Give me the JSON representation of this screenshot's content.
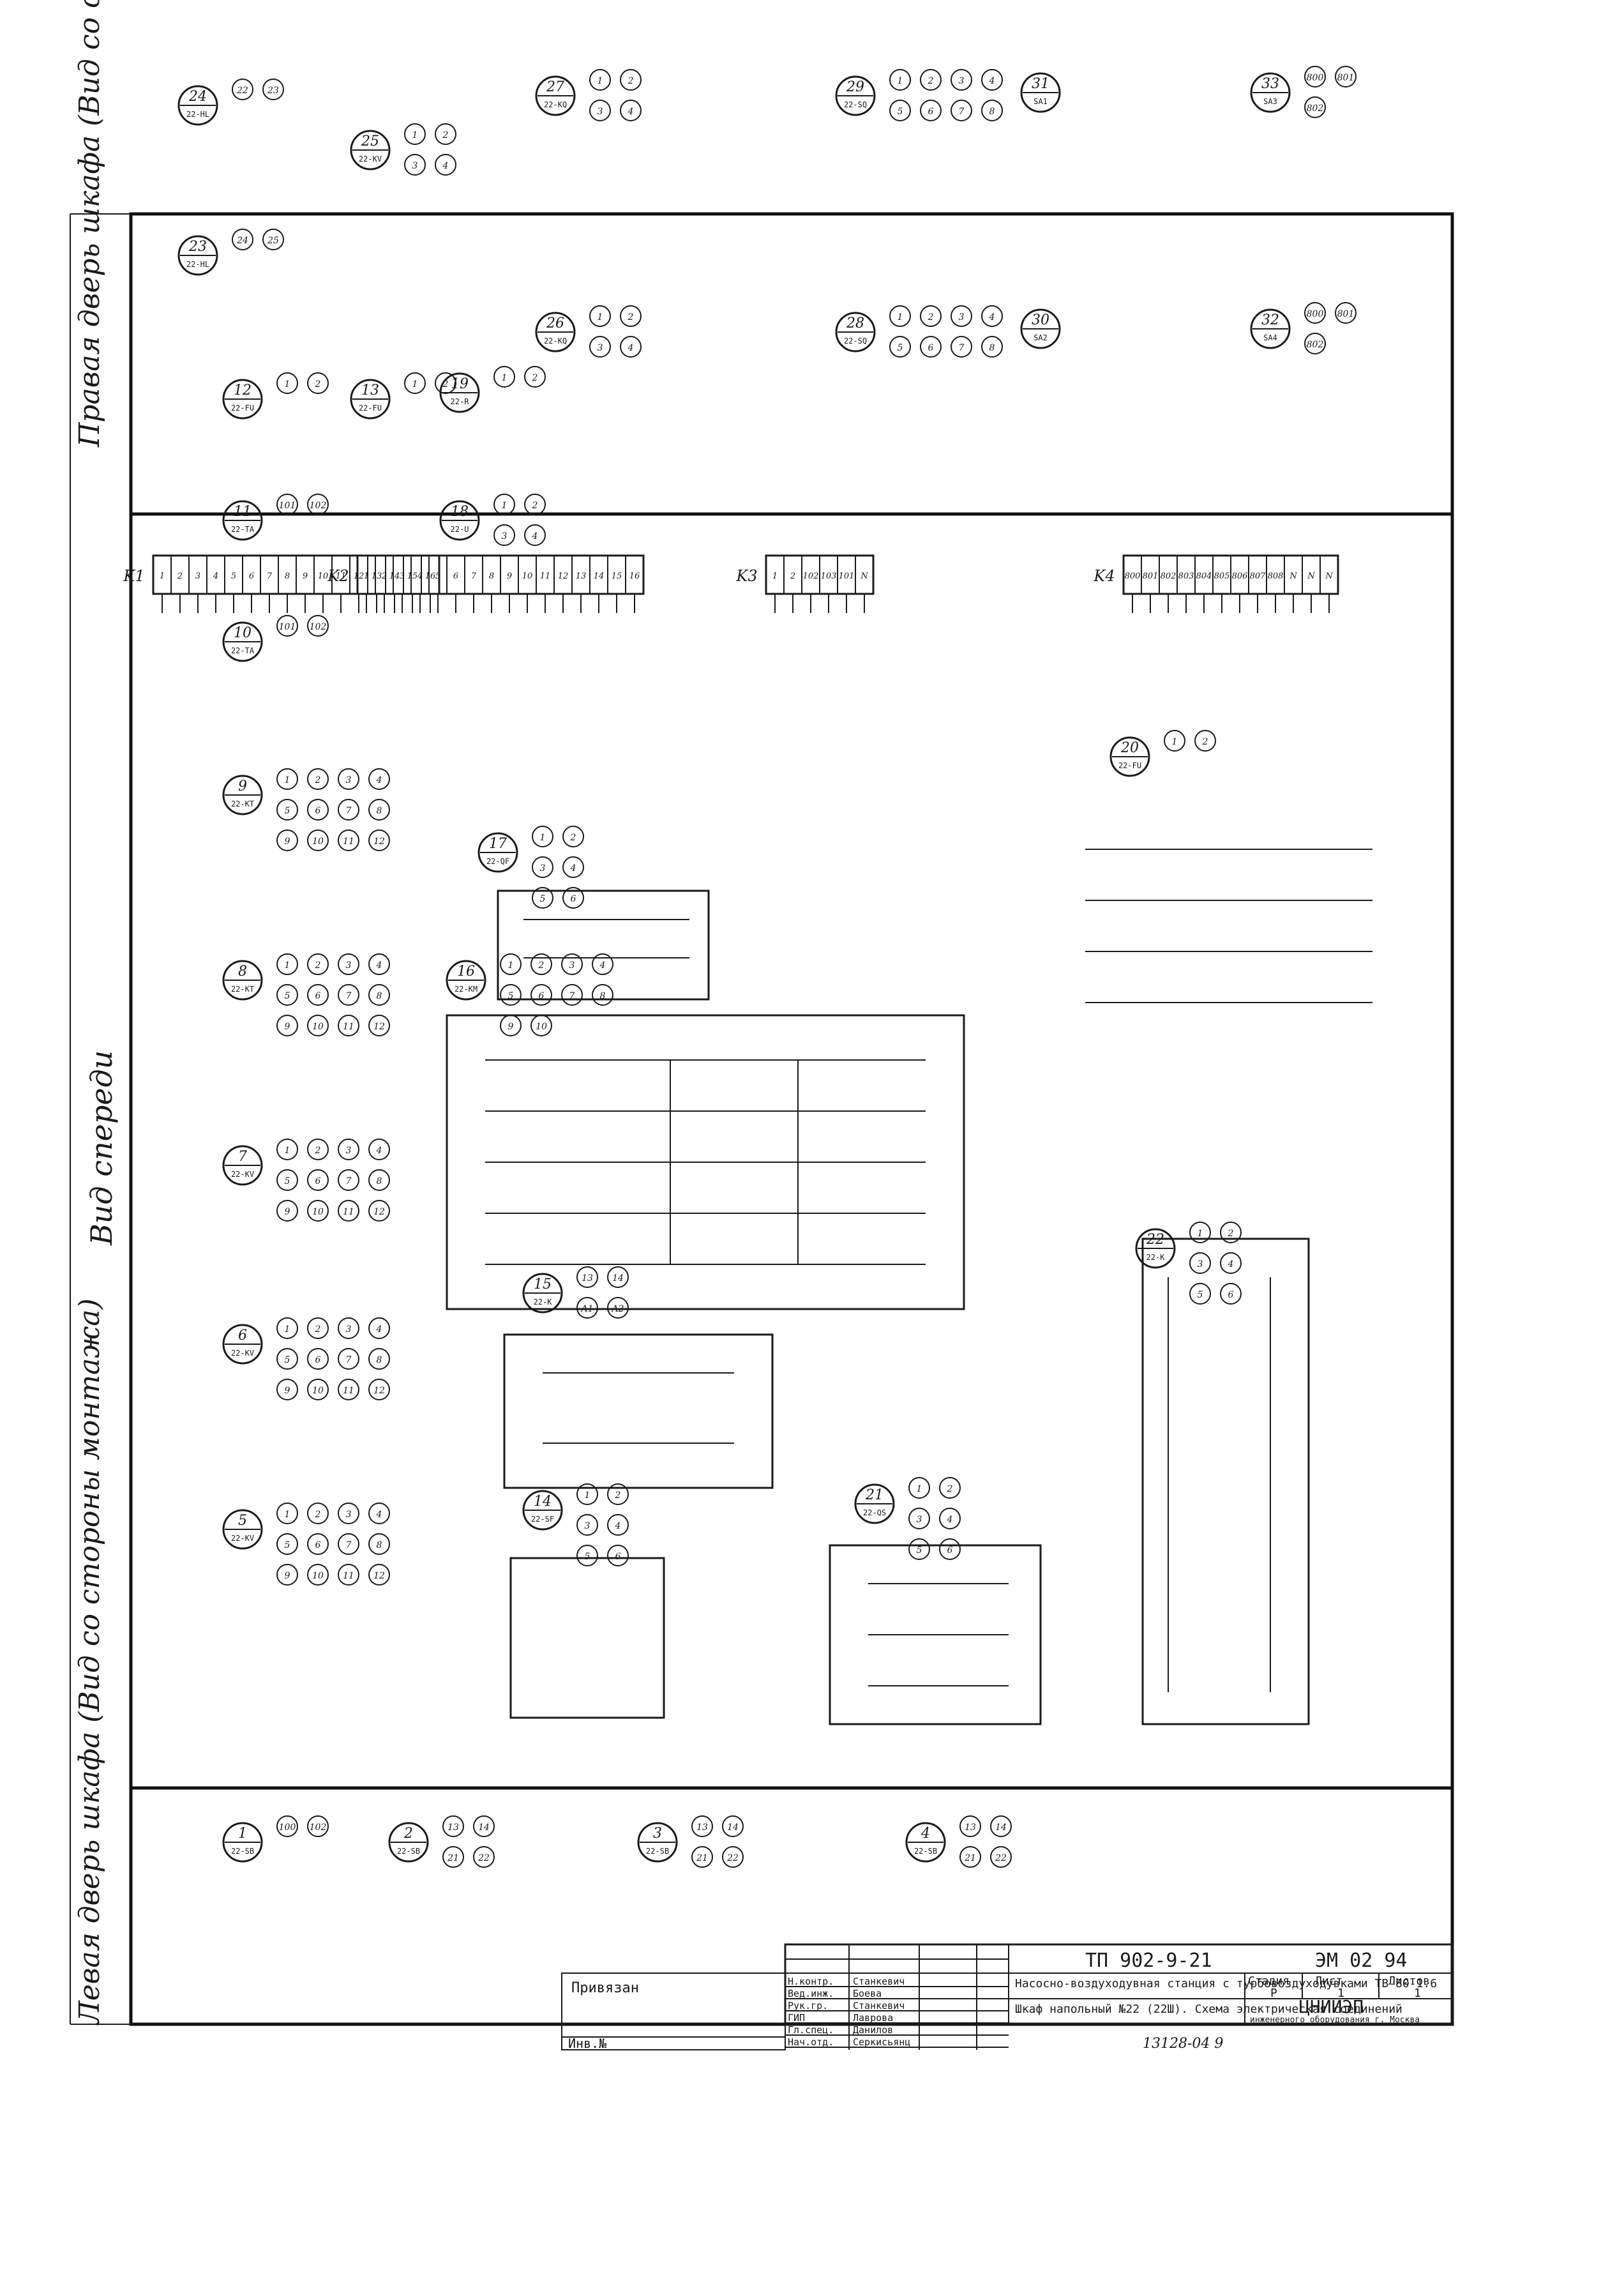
{
  "sheet": {
    "header_right": "Правая дверь шкафа (Вид со стороны монтажа)",
    "header_left": "Левая дверь шкафа (Вид со стороны монтажа)",
    "header_center": "Вид спереди"
  },
  "devices": [
    {
      "num": "1",
      "code": "22-SB",
      "pins": [
        "100",
        "102"
      ]
    },
    {
      "num": "2",
      "code": "22-SB",
      "pins": [
        "13",
        "14",
        "21",
        "22"
      ]
    },
    {
      "num": "3",
      "code": "22-SB",
      "pins": [
        "13",
        "14",
        "21",
        "22"
      ]
    },
    {
      "num": "4",
      "code": "22-SB",
      "pins": [
        "13",
        "14",
        "21",
        "22"
      ]
    },
    {
      "num": "5",
      "code": "22-KV",
      "pins": [
        "1",
        "2",
        "3",
        "4",
        "5",
        "6",
        "7",
        "8",
        "9",
        "10",
        "11",
        "12"
      ]
    },
    {
      "num": "6",
      "code": "22-KV",
      "pins": [
        "1",
        "2",
        "3",
        "4",
        "5",
        "6",
        "7",
        "8",
        "9",
        "10",
        "11",
        "12"
      ]
    },
    {
      "num": "7",
      "code": "22-KV",
      "pins": [
        "1",
        "2",
        "3",
        "4",
        "5",
        "6",
        "7",
        "8",
        "9",
        "10",
        "11",
        "12"
      ]
    },
    {
      "num": "8",
      "code": "22-KT",
      "pins": [
        "1",
        "2",
        "3",
        "4",
        "5",
        "6",
        "7",
        "8",
        "9",
        "10",
        "11",
        "12"
      ]
    },
    {
      "num": "9",
      "code": "22-KT",
      "pins": [
        "1",
        "2",
        "3",
        "4",
        "5",
        "6",
        "7",
        "8",
        "9",
        "10",
        "11",
        "12"
      ]
    },
    {
      "num": "10",
      "code": "22-TA",
      "pins": [
        "101",
        "102"
      ]
    },
    {
      "num": "11",
      "code": "22-TA",
      "pins": [
        "101",
        "102"
      ]
    },
    {
      "num": "12",
      "code": "22-FU",
      "pins": [
        "1",
        "2"
      ]
    },
    {
      "num": "13",
      "code": "22-FU",
      "pins": [
        "1",
        "2"
      ]
    },
    {
      "num": "14",
      "code": "22-SF",
      "pins": [
        "1",
        "2",
        "3",
        "4",
        "5",
        "6"
      ]
    },
    {
      "num": "15",
      "code": "22-K",
      "pins": [
        "13",
        "14",
        "A1",
        "A2"
      ]
    },
    {
      "num": "16",
      "code": "22-KM",
      "pins": [
        "1",
        "2",
        "3",
        "4",
        "5",
        "6",
        "7",
        "8",
        "9",
        "10"
      ]
    },
    {
      "num": "17",
      "code": "22-QF",
      "pins": [
        "1",
        "2",
        "3",
        "4",
        "5",
        "6"
      ]
    },
    {
      "num": "18",
      "code": "22-U",
      "pins": [
        "1",
        "2",
        "3",
        "4"
      ]
    },
    {
      "num": "19",
      "code": "22-R",
      "pins": [
        "1",
        "2"
      ]
    },
    {
      "num": "20",
      "code": "22-FU",
      "pins": [
        "1",
        "2"
      ]
    },
    {
      "num": "21",
      "code": "22-QS",
      "pins": [
        "1",
        "2",
        "3",
        "4",
        "5",
        "6"
      ]
    },
    {
      "num": "22",
      "code": "22-K",
      "pins": [
        "1",
        "2",
        "3",
        "4",
        "5",
        "6"
      ]
    },
    {
      "num": "23",
      "code": "22-HL",
      "pins": [
        "24",
        "25"
      ]
    },
    {
      "num": "24",
      "code": "22-HL",
      "pins": [
        "22",
        "23"
      ]
    },
    {
      "num": "25",
      "code": "22-KV",
      "pins": [
        "1",
        "2",
        "3",
        "4"
      ]
    },
    {
      "num": "26",
      "code": "22-KQ",
      "pins": [
        "1",
        "2",
        "3",
        "4"
      ]
    },
    {
      "num": "27",
      "code": "22-KQ",
      "pins": [
        "1",
        "2",
        "3",
        "4"
      ]
    },
    {
      "num": "28",
      "code": "22-SQ",
      "pins": [
        "1",
        "2",
        "3",
        "4",
        "5",
        "6",
        "7",
        "8"
      ]
    },
    {
      "num": "29",
      "code": "22-SQ",
      "pins": [
        "1",
        "2",
        "3",
        "4",
        "5",
        "6",
        "7",
        "8"
      ]
    },
    {
      "num": "30",
      "code": "SA2",
      "pins": []
    },
    {
      "num": "31",
      "code": "SA1",
      "pins": []
    },
    {
      "num": "32",
      "code": "SA4",
      "pins": [
        "800",
        "801",
        "802"
      ]
    },
    {
      "num": "33",
      "code": "SA3",
      "pins": [
        "800",
        "801",
        "802"
      ]
    }
  ],
  "terminal_blocks": [
    {
      "name": "K1",
      "rows": [
        "1",
        "2",
        "3",
        "4",
        "5",
        "6",
        "7",
        "8",
        "9",
        "10",
        "11",
        "12",
        "13",
        "14",
        "15",
        "16"
      ]
    },
    {
      "name": "K2",
      "rows": [
        "1",
        "2",
        "3",
        "4",
        "5",
        "6",
        "7",
        "8",
        "9",
        "10",
        "11",
        "12",
        "13",
        "14",
        "15",
        "16"
      ]
    },
    {
      "name": "K3",
      "rows": [
        "1",
        "2",
        "102",
        "103",
        "101",
        "N"
      ]
    },
    {
      "name": "K4",
      "rows": [
        "800",
        "801",
        "802",
        "803",
        "804",
        "805",
        "806",
        "807",
        "808",
        "N",
        "N",
        "N"
      ]
    }
  ],
  "title_block": {
    "doc_code": "ТП 902-9-21",
    "sheet_code": "ЭМ 02 94",
    "privyazan": "Привязан",
    "inv_no": "Инв.№",
    "roles": [
      "Н.контр.",
      "Вед.инж.",
      "Рук.гр.",
      "ГИП",
      "Гл.спец.",
      "Нач.отд."
    ],
    "names": [
      "Станкевич",
      "Боева",
      "Станкевич",
      "Лаврова",
      "Данилов",
      "Серкисьянц"
    ],
    "project": "Насосно-воздуходувная станция с турбовоздуходувками ТВ-80-1.6",
    "sheet_title": "Шкаф напольный №22 (22Ш). Схема электрическая соединений",
    "stage_head": "Стадия",
    "sheet_head": "Лист",
    "sheets_head": "Листов",
    "stage": "Р",
    "sheet_no": "1",
    "sheets": "1",
    "org": "ЦНИИЭП",
    "org_sub": "инженерного оборудования г. Москва",
    "archive": "13128-04 9"
  },
  "colors": {
    "ink": "#1a1a1a",
    "paper": "#ffffff"
  }
}
